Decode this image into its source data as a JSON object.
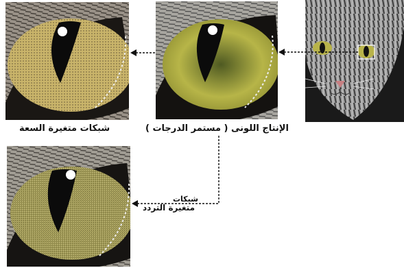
{
  "labels": {
    "am_screen": "شبكات متغيرة السعة",
    "continuous_tone": "الإنتاج اللونى ( مستمر الدرجات )",
    "fm_screen_line1": "شبكات",
    "fm_screen_line2": "متغيرة التردد"
  },
  "colors": {
    "iris_am": "#c9b46a",
    "iris_continuous": "#b7b548",
    "iris_fm": "#a9a15a",
    "pupil": "#0b0b0b",
    "fur": "#8a8a8a",
    "arrow": "#111111"
  }
}
